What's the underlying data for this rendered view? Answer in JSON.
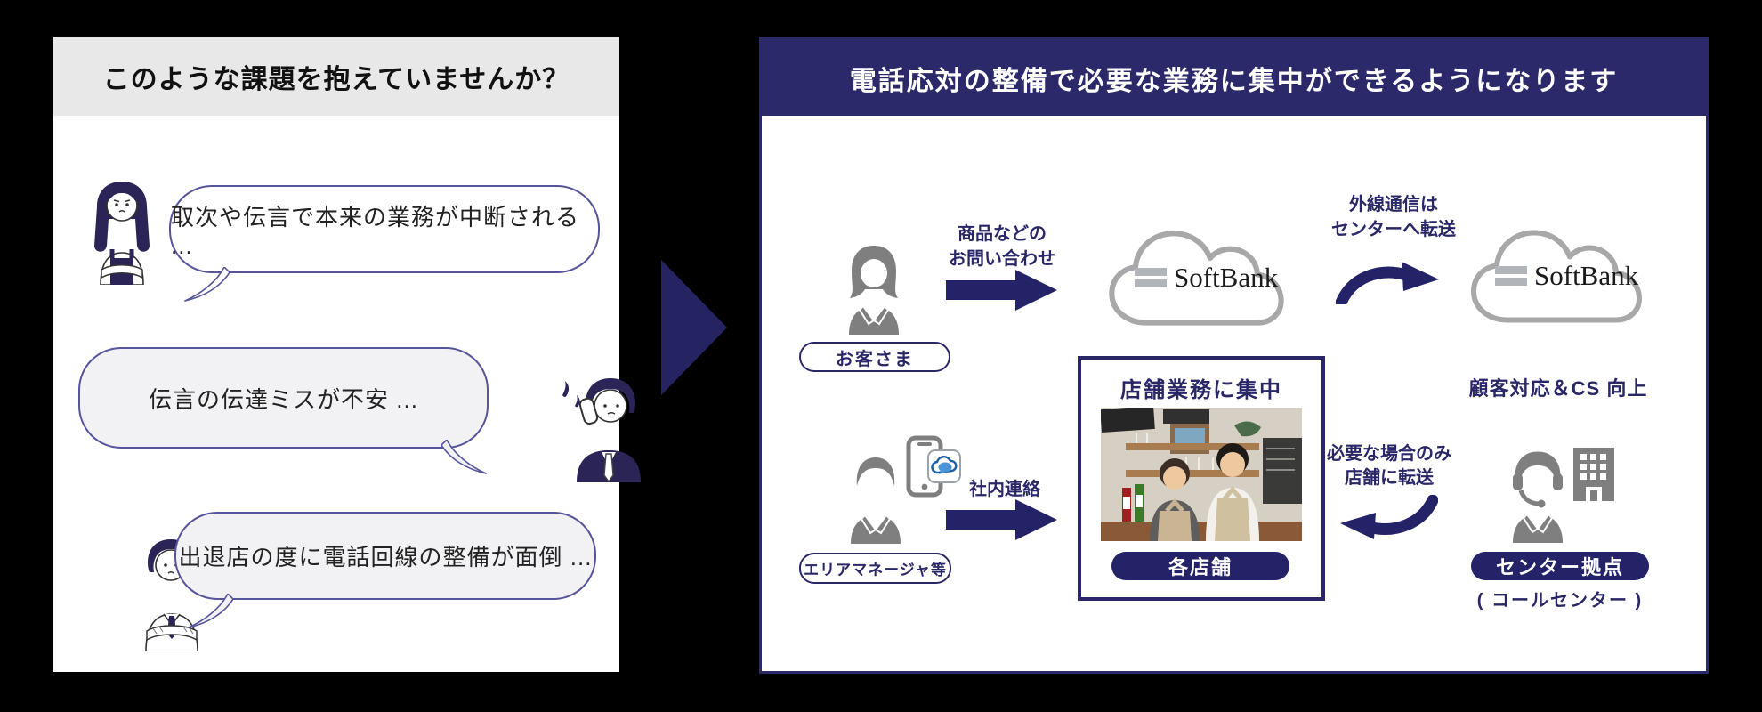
{
  "colors": {
    "navy": "#2A2767",
    "header_navy": "#2B2969",
    "bubble_border": "#56549B",
    "icon_gray": "#7F7F7F",
    "cloud_stroke": "#A8A8A8",
    "softbank_silver": "#B1B5B9",
    "bubble_gray_fill": "#F2F2F4",
    "left_header_gray": "#E8E8E8"
  },
  "left_panel": {
    "title": "このような課題を抱えていませんか？",
    "bubbles": [
      {
        "text": "取次や伝言で本来の業務が中断される ..."
      },
      {
        "text": "伝言の伝達ミスが不安 ..."
      },
      {
        "text": "出退店の度に電話回線の整備が面倒 ..."
      }
    ]
  },
  "right_panel": {
    "title": "電話応対の整備で必要な業務に集中ができるようになります",
    "customer": {
      "label": "お客さま",
      "arrow_line1": "商品などの",
      "arrow_line2": "お問い合わせ"
    },
    "cloud_brand": "SoftBank",
    "forward": {
      "line1": "外線通信は",
      "line2": "センターへ転送"
    },
    "cs_note": "顧客対応＆CS 向上",
    "store": {
      "title": "店舗業務に集中",
      "pill": "各店舗"
    },
    "manager": {
      "label": "エリアマネージャ等",
      "arrow_label": "社内連絡"
    },
    "transfer": {
      "line1": "必要な場合のみ",
      "line2": "店舗に転送"
    },
    "center": {
      "pill": "センター拠点",
      "sub": "( コールセンター )"
    }
  }
}
